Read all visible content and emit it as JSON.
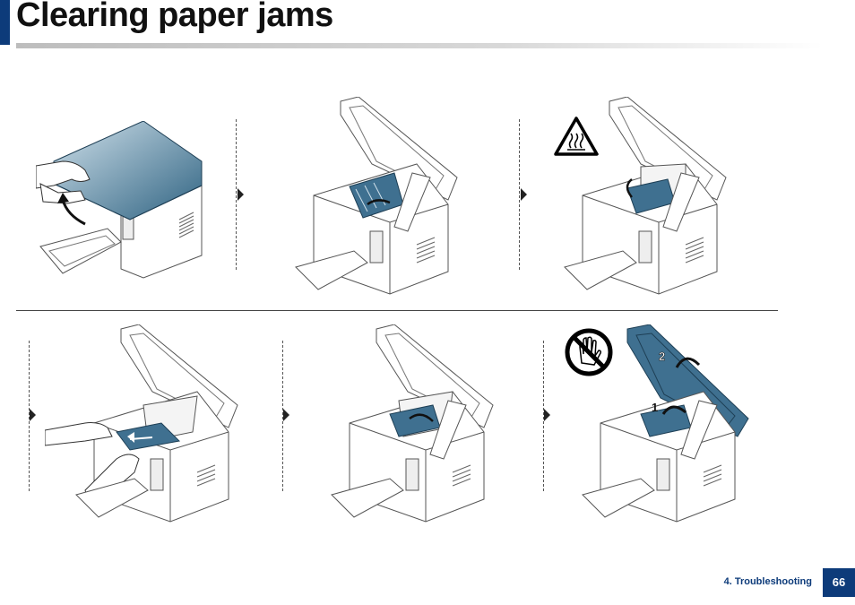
{
  "page": {
    "title": "Clearing paper jams"
  },
  "footer": {
    "section": "4. Troubleshooting",
    "page_number": "66"
  },
  "steps": [
    {
      "id": 1,
      "description_icon": "open-scanner-lid"
    },
    {
      "id": 2,
      "description_icon": "open-inner-cover"
    },
    {
      "id": 3,
      "description_icon": "remove-toner-cartridge",
      "warning_icon": "hot-surface-warning-icon"
    },
    {
      "id": 4,
      "description_icon": "pull-out-jammed-paper"
    },
    {
      "id": 5,
      "description_icon": "reinsert-toner-cartridge"
    },
    {
      "id": 6,
      "description_icon": "close-inner-cover-and-scanner",
      "warning_icon": "do-not-touch-icon",
      "callouts": [
        "2",
        "1"
      ]
    }
  ],
  "colors": {
    "accent": "#0d3b7a",
    "part_highlight": "#3f7090"
  }
}
